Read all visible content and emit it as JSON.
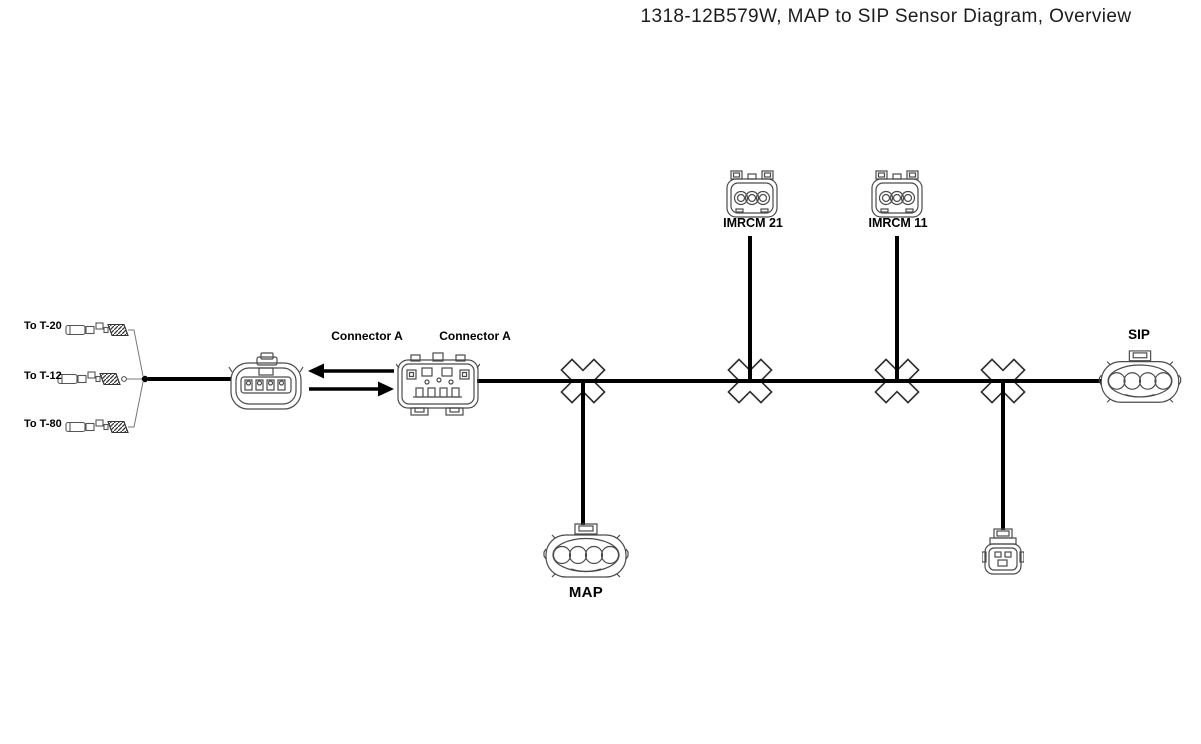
{
  "title": "1318-12B579W, MAP to SIP Sensor Diagram, Overview",
  "labels": {
    "branch_top": "To T-20",
    "branch_mid": "To T-12",
    "branch_bottom": "To T-80",
    "connector_a_left": "Connector A",
    "connector_a_right": "Connector A",
    "imrcm_21": "IMRCM 21",
    "imrcm_11": "IMRCM 11",
    "map": "MAP",
    "sip": "SIP"
  },
  "icons": {
    "splice": "x-splice-icon",
    "terminal": "crimp-terminal-icon",
    "arrows": "mating-direction-arrows"
  },
  "colors": {
    "wire": "#000000",
    "connector_outline": "#4a4a4a",
    "splice_outline": "#2b2b2b",
    "background": "#ffffff",
    "text": "#000000"
  }
}
